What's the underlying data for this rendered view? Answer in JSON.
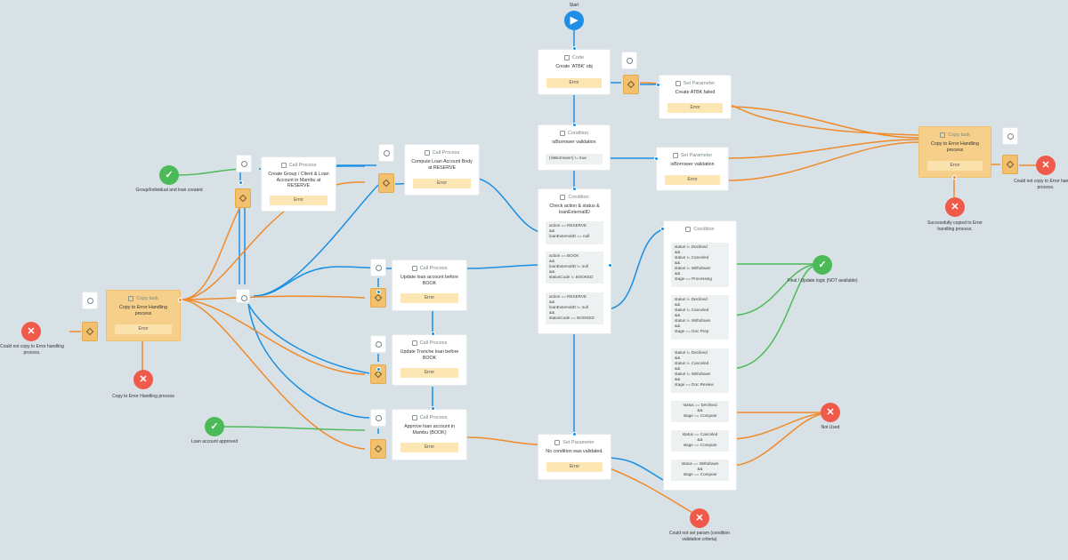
{
  "start": {
    "label": "Start"
  },
  "code_node": {
    "header": "Code",
    "title": "Create 'ATBK' obj",
    "error": "Error"
  },
  "set_param_atbk": {
    "header": "Set Parameter",
    "title": "Create ATBK failed",
    "error": "Error"
  },
  "cond_isborrower": {
    "header": "Condition",
    "title": "isBorrower validation",
    "rule": "(!isBorrower!) != true"
  },
  "set_param_isborrower": {
    "header": "Set Parameter",
    "title": "isBorrower validation",
    "error": "Error"
  },
  "copy_task_right": {
    "header": "Copy task",
    "title": "Copy to Error Handling process",
    "error": "Error"
  },
  "end_right_fail": {
    "label": "Could not copy to Error handling process."
  },
  "end_right_success": {
    "label": "Successfully copied to Error handling process."
  },
  "cond_check_action": {
    "header": "Condition",
    "title": "Check action & status & loanExternalID",
    "rules": [
      "action == RESERVE\n&&\nloanExternalID == null",
      "action == BOOK\n&&\nloanExternalID != null\n&&\nstatusCode != BOOKED",
      "action == RESERVE\n&&\nloanExternalID != null\n&&\nstatusCode == BOOKED"
    ]
  },
  "call_group": {
    "header": "Call Process",
    "title": "Create Group / Client & Loan Account in Mambu at RESERVE",
    "error": "Error"
  },
  "call_compute": {
    "header": "Call Process",
    "title": "Compute Loan Account Body at RESERVE",
    "error": "Error"
  },
  "call_update_loan": {
    "header": "Call Process",
    "title": "Update loan account before BOOK",
    "error": "Error"
  },
  "call_update_tranche": {
    "header": "Call Process",
    "title": "Update Tranche loan before BOOK",
    "error": "Error"
  },
  "call_approve": {
    "header": "Call Process",
    "title": "Approve loan account in Mambu (BOOK)",
    "error": "Error"
  },
  "copy_task_left": {
    "header": "Copy task",
    "title": "Copy to Error Handling process",
    "error": "Error"
  },
  "start_group": {
    "label": "Group/Individual and loan created"
  },
  "start_approved": {
    "label": "Loan account approved"
  },
  "end_left_fail": {
    "label": "Could not copy to Error handling process."
  },
  "end_left_copy": {
    "label": "Copy to Error Handling process"
  },
  "set_param_nocond": {
    "header": "Set Parameter",
    "title": "No condition was validated.",
    "error": "Error"
  },
  "end_nocond": {
    "label": "Could not set param (condition validation criteria)"
  },
  "cond_status": {
    "header": "Condition",
    "rules": [
      "status != Declined\n&&\nstatus != Canceled\n&&\nstatus != Withdrawn\n&&\nstage == Processing",
      "status != Declined\n&&\nstatus != Canceled\n&&\nstatus != Withdrawn\n&&\nstage == Doc Prep",
      "status != Declined\n&&\nstatus != Canceled\n&&\nstatus != Withdrawn\n&&\nstage == Doc Review",
      "status == Declined\n&&\nstage == Compute",
      "status == Canceled\n&&\nstage == Compute",
      "status == Withdrawn\n&&\nstage == Compute"
    ]
  },
  "end_final": {
    "label": "Final / Update logic (NOT available)"
  },
  "end_notused": {
    "label": "Not Used"
  },
  "colors": {
    "blue": "#1a8fe3",
    "orange": "#f08a2b",
    "green": "#4cba58",
    "red": "#ef5a4a",
    "canvas": "#d8e2e6"
  }
}
